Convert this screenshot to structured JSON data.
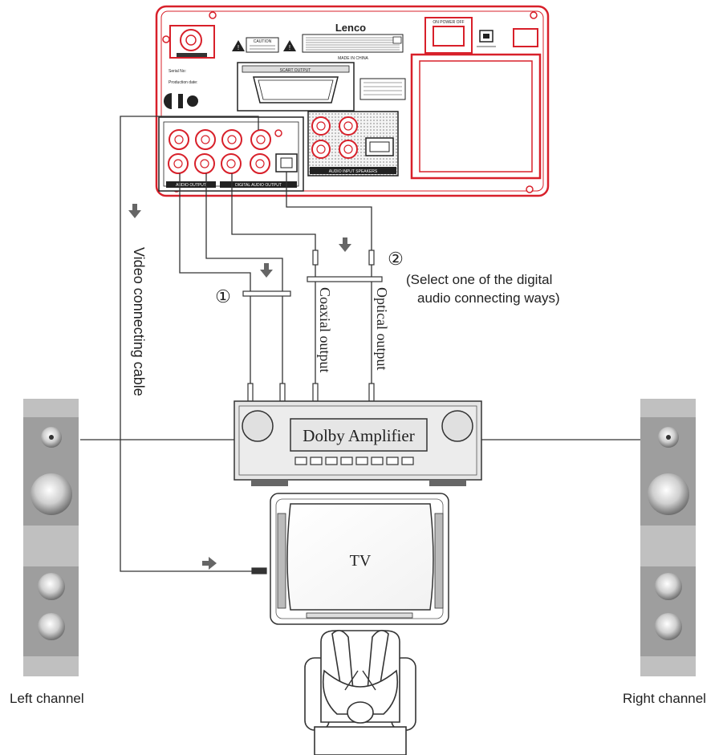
{
  "brand": "Lenco",
  "panel": {
    "scart_output": "SCART OUTPUT",
    "audio_output": "AUDIO OUTPUT",
    "digital_audio_output": "DIGITAL AUDIO OUTPUT",
    "made_in": "MADE IN CHINA",
    "power_switch": "ON POWER OFF",
    "serial_no": "Serial No:",
    "production_date": "Production date:",
    "caution": "CAUTION",
    "audio_input_speakers": "AUDIO INPUT SPEAKERS"
  },
  "labels": {
    "video_cable": "Video connecting cable",
    "coaxial_output": "Coaxial output",
    "optical_output": "Optical output",
    "marker_1": "①",
    "marker_2": "②",
    "select_note_line1": "(Select one of the digital",
    "select_note_line2": "audio connecting ways)",
    "amplifier": "Dolby Amplifier",
    "tv": "TV",
    "left_channel": "Left channel",
    "right_channel": "Right channel"
  },
  "colors": {
    "panel_outline": "#d8202a",
    "line": "#333333",
    "speaker_grey": "#c0c0c0"
  }
}
